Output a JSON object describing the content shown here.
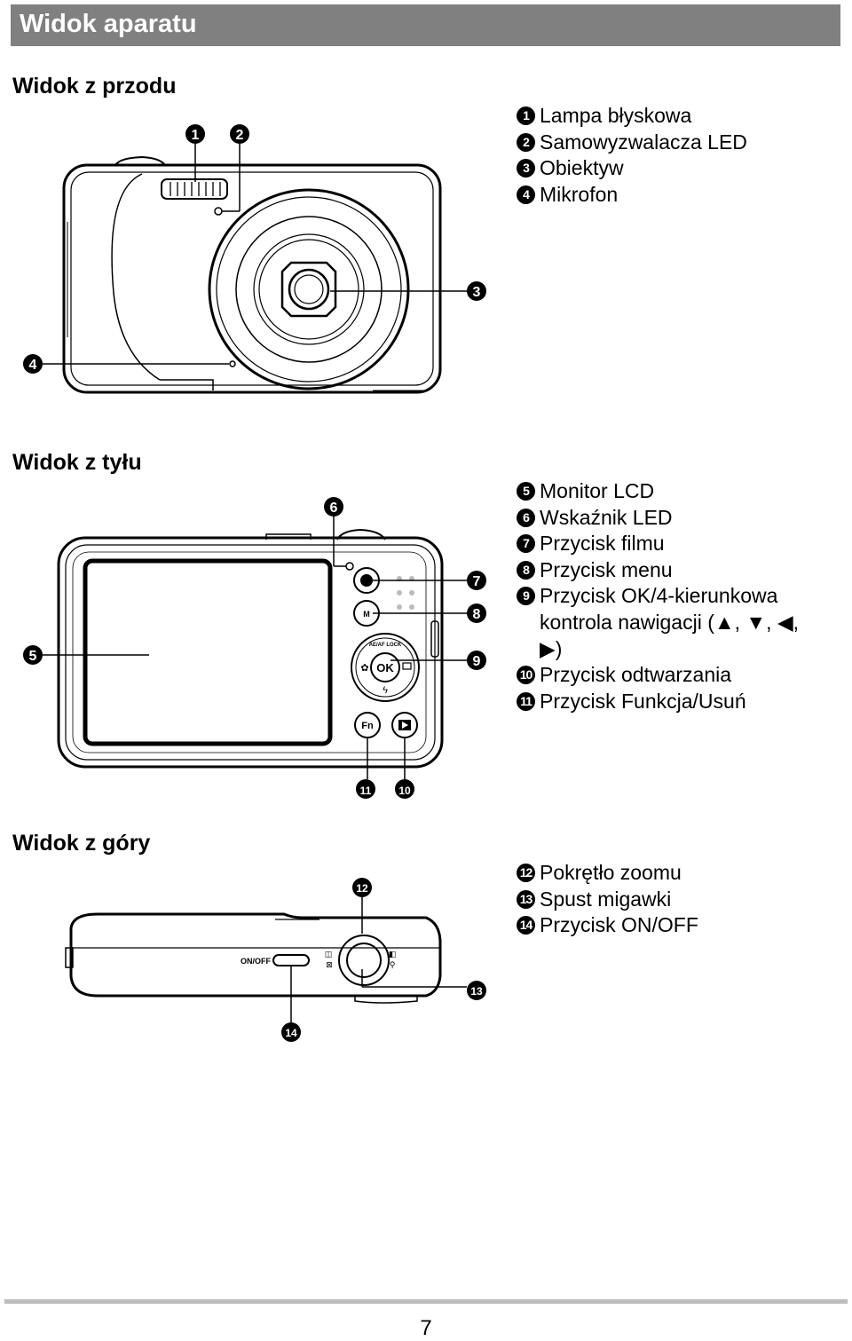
{
  "page": {
    "title": "Widok aparatu",
    "number": "7"
  },
  "front": {
    "title": "Widok z przodu",
    "items": [
      {
        "num": "1",
        "label": "Lampa błyskowa"
      },
      {
        "num": "2",
        "label": "Samowyzwalacza LED"
      },
      {
        "num": "3",
        "label": "Obiektyw"
      },
      {
        "num": "4",
        "label": "Mikrofon"
      }
    ]
  },
  "back": {
    "title": "Widok z tyłu",
    "items": [
      {
        "num": "5",
        "label": "Monitor LCD"
      },
      {
        "num": "6",
        "label": "Wskaźnik LED"
      },
      {
        "num": "7",
        "label": "Przycisk filmu"
      },
      {
        "num": "8",
        "label": "Przycisk menu"
      },
      {
        "num": "9",
        "label": "Przycisk OK/4-kierunkowa",
        "continuation": [
          "kontrola nawigacji (▲, ▼, ◀,",
          "▶)"
        ]
      },
      {
        "num": "10",
        "label": "Przycisk odtwarzania"
      },
      {
        "num": "11",
        "label": "Przycisk Funkcja/Usuń"
      }
    ],
    "button_labels": {
      "ok": "OK",
      "fn": "Fn",
      "menu": "M",
      "ae_af_lock": "AE/AF LOCK"
    }
  },
  "top": {
    "title": "Widok z góry",
    "items": [
      {
        "num": "12",
        "label": "Pokrętło zoomu"
      },
      {
        "num": "13",
        "label": "Spust migawki"
      },
      {
        "num": "14",
        "label": "Przycisk ON/OFF"
      }
    ],
    "power_label": "ON/OFF"
  }
}
